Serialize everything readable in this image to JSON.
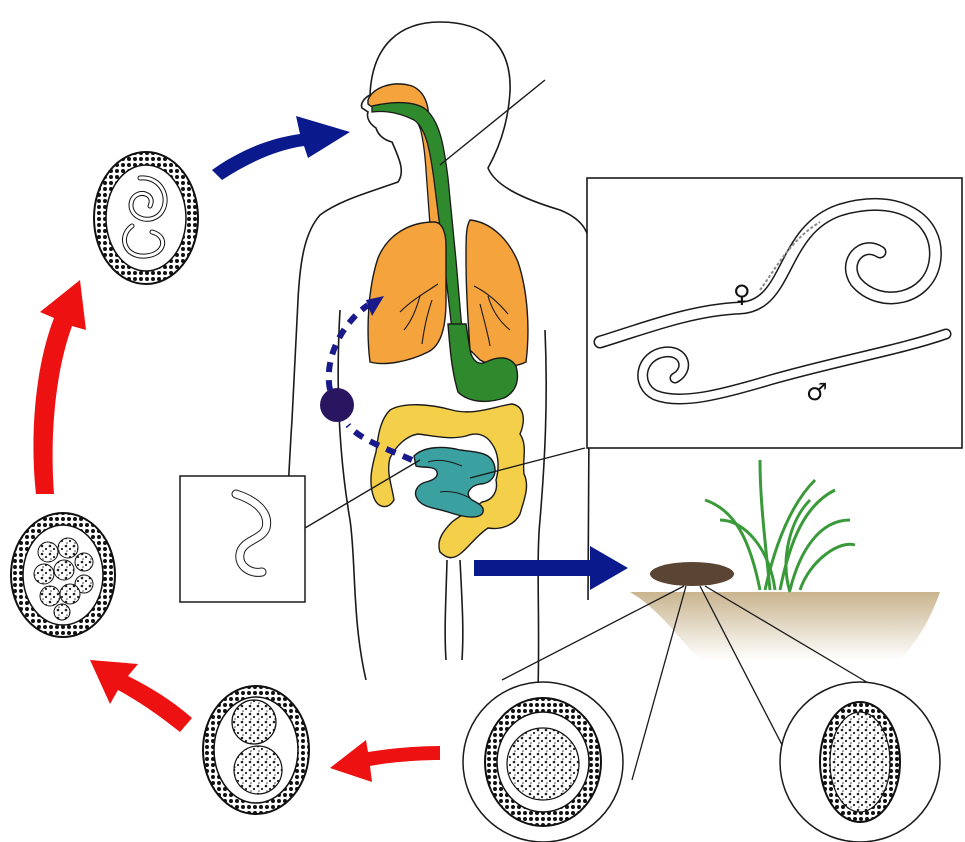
{
  "labels": {
    "female_symbol": "♀",
    "male_symbol": "♂"
  },
  "colors": {
    "arrow_blue": "#0a1a8c",
    "arrow_red": "#ee1111",
    "migration_path": "#1a1a8a",
    "liver_dot": "#2a1660",
    "lungs": "#f5a33c",
    "trachea_esophagus_stomach": "#2f8a2e",
    "small_intestine": "#3aa0a0",
    "large_intestine": "#f4d04a",
    "grass": "#3a9a3a",
    "soil": "#c9b48e",
    "fecal_mass": "#5a4535",
    "outline": "#1a1a1a"
  },
  "stages": [
    {
      "id": "fertilized-egg-in-soil",
      "icon": "egg-single-cell-icon"
    },
    {
      "id": "unfertilized-egg-in-soil",
      "icon": "egg-unfertilized-icon"
    },
    {
      "id": "two-cell-egg",
      "icon": "egg-two-cell-icon"
    },
    {
      "id": "multi-cell-egg",
      "icon": "egg-morula-icon"
    },
    {
      "id": "larvated-egg",
      "icon": "egg-larva-icon"
    },
    {
      "id": "adult-worms",
      "icon": "adult-worm-pair-icon"
    },
    {
      "id": "hatched-larva",
      "icon": "larva-icon"
    }
  ],
  "arrows": [
    {
      "id": "ingestion-arrow",
      "color": "blue"
    },
    {
      "id": "excretion-arrow",
      "color": "blue"
    },
    {
      "id": "development-arrow-1",
      "color": "red"
    },
    {
      "id": "development-arrow-2",
      "color": "red"
    },
    {
      "id": "development-arrow-3",
      "color": "red"
    },
    {
      "id": "larval-migration-path",
      "style": "dashed"
    }
  ]
}
